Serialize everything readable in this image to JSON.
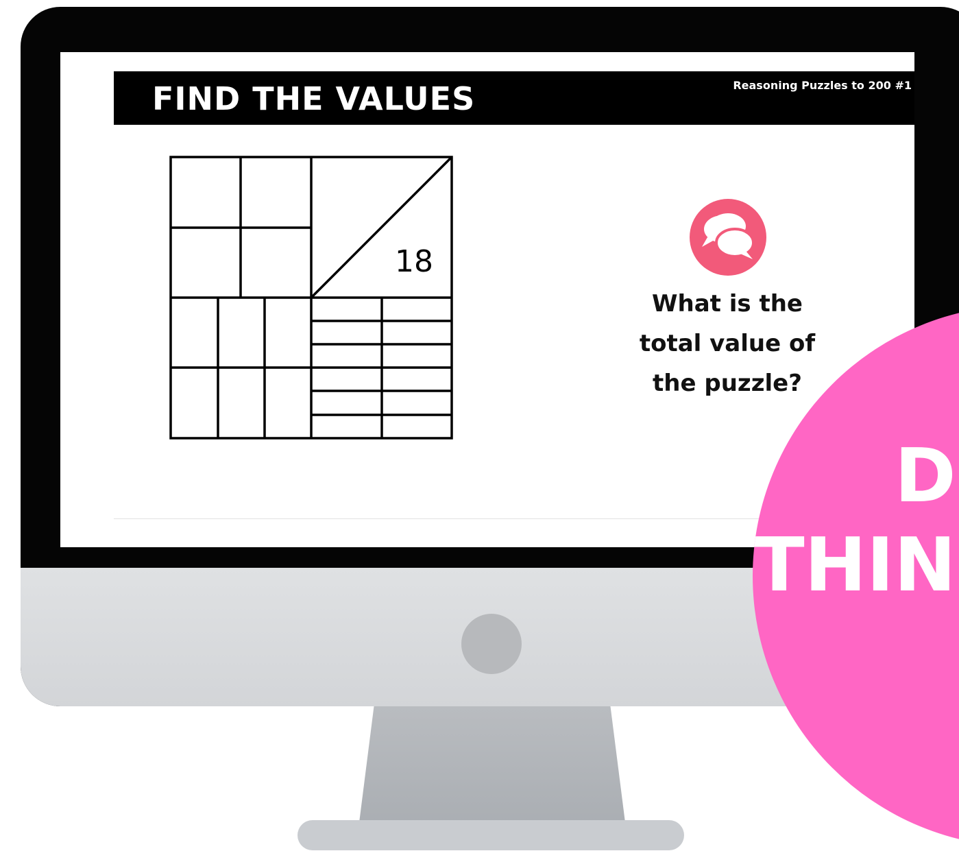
{
  "slide": {
    "title": "FIND THE VALUES",
    "subtitle": "Reasoning Puzzles to 200 #1"
  },
  "puzzle": {
    "given_value": "18"
  },
  "prompt": {
    "icon": "chat-bubbles-icon",
    "lines": [
      "What is the",
      "total value of",
      "the puzzle?"
    ]
  },
  "overlay": {
    "line1": "D",
    "line2": "THIN"
  },
  "colors": {
    "header_bg": "#000000",
    "badge": "#f25a7a",
    "overlay_pink": "#ff66c4",
    "monitor_bezel": "#050505",
    "monitor_chin": "#d8dadd"
  }
}
